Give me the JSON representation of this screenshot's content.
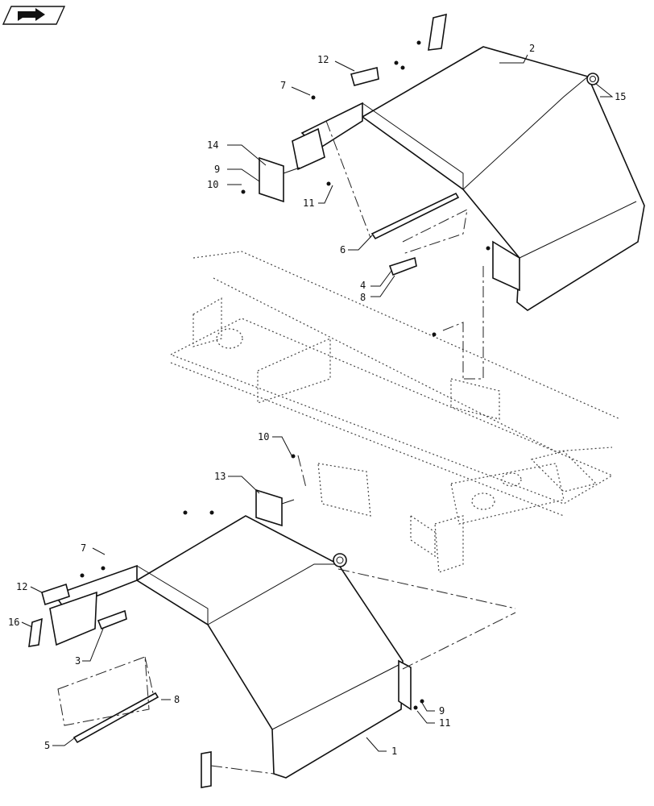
{
  "nav_icon": "forward-page-icon",
  "callouts": {
    "c1": "1",
    "c2": "2",
    "c3": "3",
    "c4": "4",
    "c5": "5",
    "c6": "6",
    "c7a": "7",
    "c7b": "7",
    "c8a": "8",
    "c8b": "8",
    "c9a": "9",
    "c9b": "9",
    "c10a": "10",
    "c10b": "10",
    "c11a": "11",
    "c11b": "11",
    "c12a": "12",
    "c12b": "12",
    "c13": "13",
    "c14": "14",
    "c15": "15",
    "c16": "16"
  }
}
